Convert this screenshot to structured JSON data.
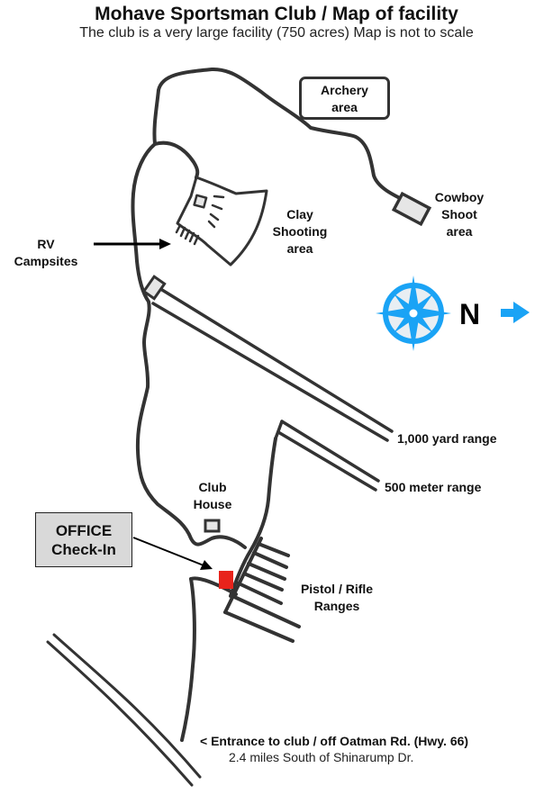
{
  "header": {
    "title": "Mohave Sportsman Club / Map of facility",
    "subtitle": "The club is a very large facility (750 acres) Map is not to scale"
  },
  "labels": {
    "archery": [
      "Archery",
      "area"
    ],
    "cowboy": [
      "Cowboy",
      "Shoot",
      "area"
    ],
    "clay": [
      "Clay",
      "Shooting",
      "area"
    ],
    "rv": [
      "RV",
      "Campsites"
    ],
    "range_1000": "1,000 yard range",
    "range_500": "500 meter range",
    "club_house": [
      "Club",
      "House"
    ],
    "office": [
      "OFFICE",
      "Check-In"
    ],
    "pistol_rifle": [
      "Pistol / Rifle",
      "Ranges"
    ],
    "entrance": "<  Entrance to club / off Oatman Rd. (Hwy. 66)",
    "entrance_sub": "2.4 miles South of Shinarump Dr."
  },
  "compass": {
    "direction_label": "N",
    "icon": "compass-rose-icon",
    "arrow_icon": "arrow-right-icon",
    "color": "#1aa3f5"
  },
  "colors": {
    "road": "#333333",
    "office_marker": "#e8231b",
    "office_box_bg": "#d9d9d9",
    "building_fill": "#e6e6e6"
  }
}
